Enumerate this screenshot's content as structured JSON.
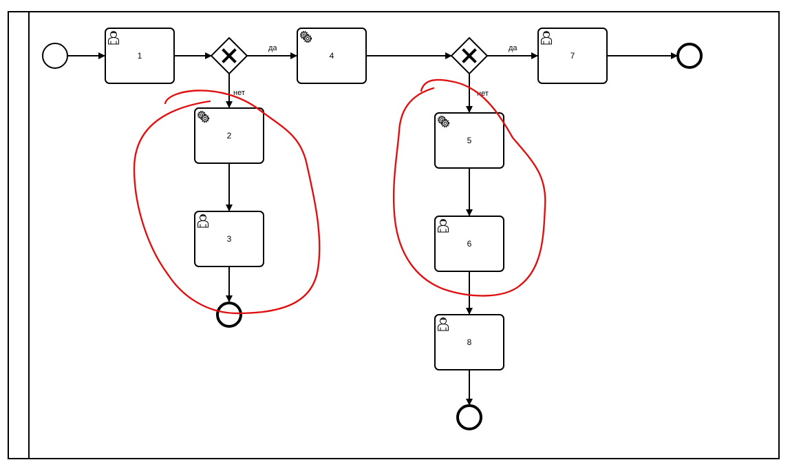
{
  "diagram": {
    "tasks": [
      {
        "id": "t1",
        "label": "1",
        "icon": "user-icon"
      },
      {
        "id": "t2",
        "label": "2",
        "icon": "gear-icon"
      },
      {
        "id": "t3",
        "label": "3",
        "icon": "user-icon"
      },
      {
        "id": "t4",
        "label": "4",
        "icon": "gear-icon"
      },
      {
        "id": "t5",
        "label": "5",
        "icon": "gear-icon"
      },
      {
        "id": "t6",
        "label": "6",
        "icon": "user-icon"
      },
      {
        "id": "t7",
        "label": "7",
        "icon": "user-icon"
      },
      {
        "id": "t8",
        "label": "8",
        "icon": "user-icon"
      }
    ],
    "gateways": [
      {
        "id": "g1",
        "type": "exclusive",
        "yes_label": "да",
        "no_label": "нет"
      },
      {
        "id": "g2",
        "type": "exclusive",
        "yes_label": "да",
        "no_label": "нет"
      }
    ],
    "annotation_color": "#e01010"
  }
}
